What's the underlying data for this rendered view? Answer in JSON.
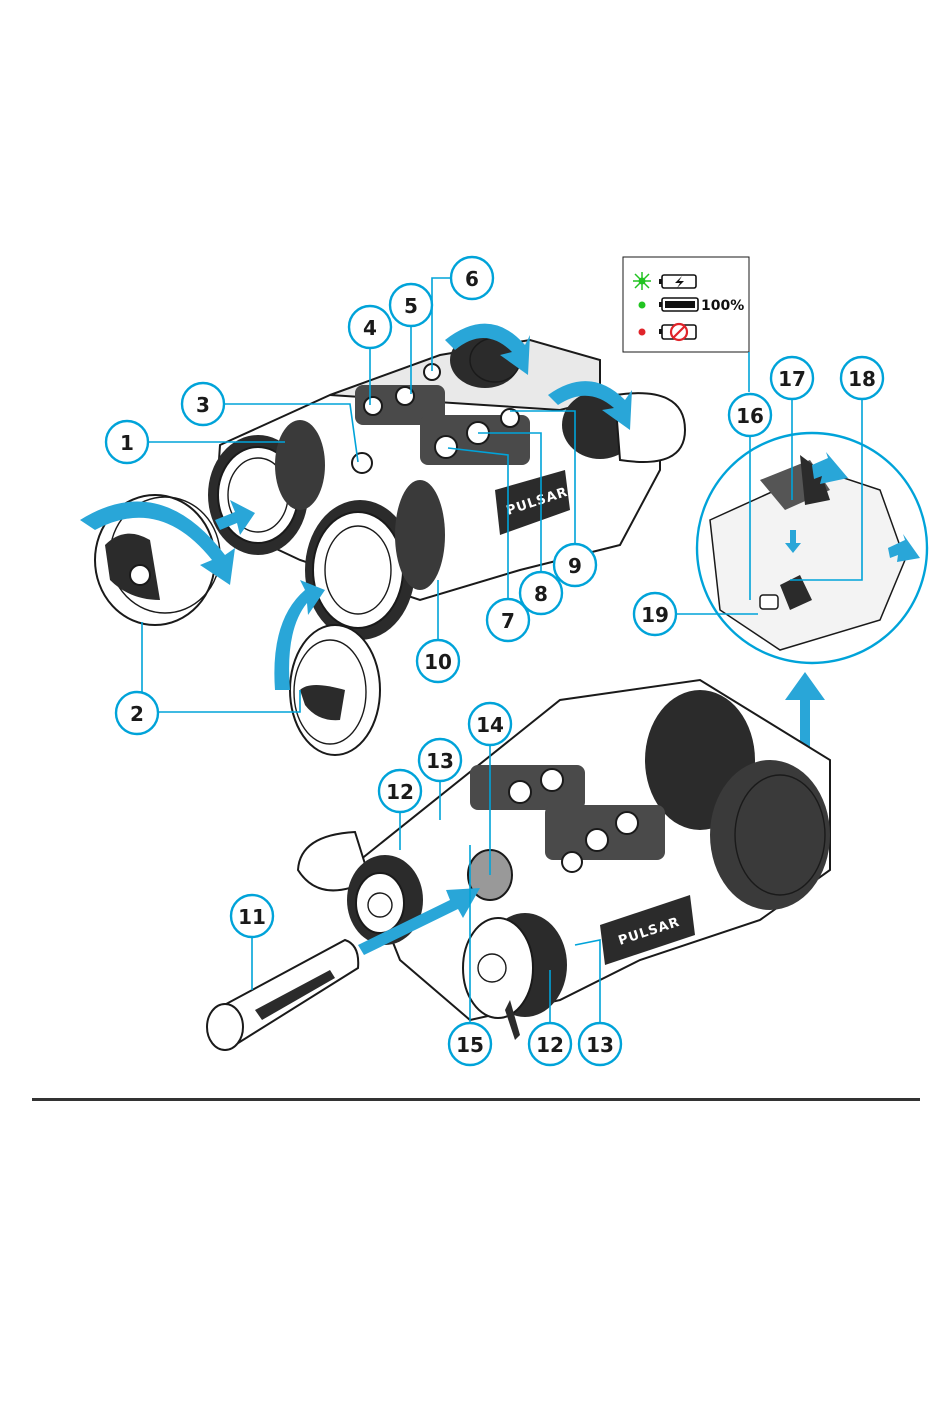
{
  "callouts": {
    "c1": "1",
    "c2": "2",
    "c3": "3",
    "c4": "4",
    "c5": "5",
    "c6": "6",
    "c7": "7",
    "c8": "8",
    "c9": "9",
    "c10": "10",
    "c11": "11",
    "c12a": "12",
    "c12b": "12",
    "c13a": "13",
    "c13b": "13",
    "c14": "14",
    "c15": "15",
    "c16": "16",
    "c17": "17",
    "c18": "18",
    "c19": "19"
  },
  "legend": {
    "charge_percent": "100%",
    "colors": {
      "charging": "#22c422",
      "charged": "#22c422",
      "error": "#e0242a"
    },
    "icons": [
      "battery-charging-icon",
      "battery-full-icon",
      "battery-error-icon"
    ]
  },
  "brand": {
    "front_label": "PULSAR",
    "rear_label": "PULSAR"
  },
  "colors": {
    "accent": "#00a3d9",
    "arrow": "#29a6d8",
    "rule": "#333333"
  }
}
